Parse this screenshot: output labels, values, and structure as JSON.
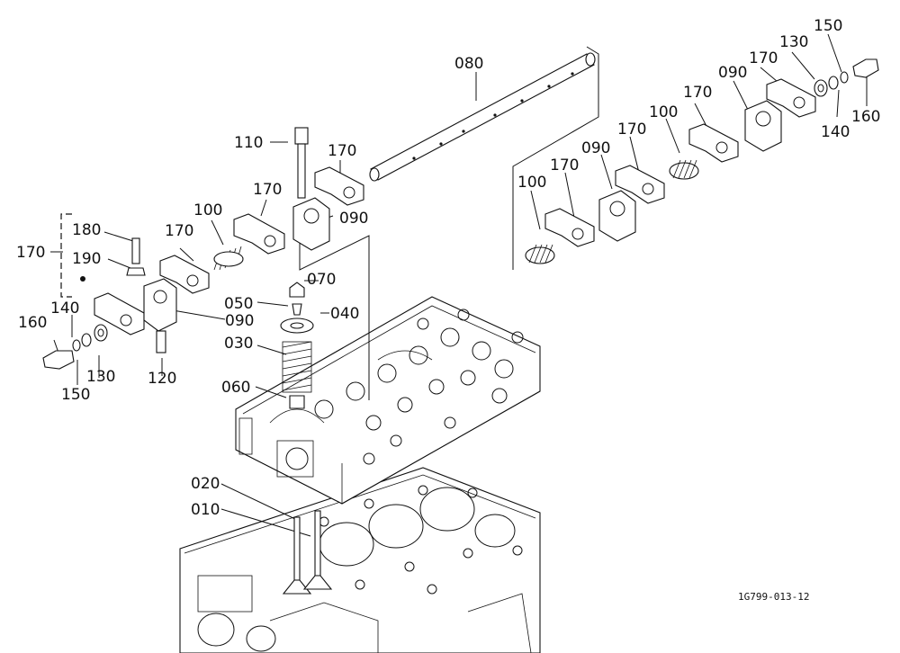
{
  "labels": {
    "p080": "080",
    "p110": "110",
    "p170_a": "170",
    "p170_b": "170",
    "p090_a": "090",
    "p100_a": "100",
    "p170_c": "170",
    "p180": "180",
    "p170_group": "170",
    "p190": "190",
    "p070": "070",
    "p050": "050",
    "p040": "040",
    "p030": "030",
    "p090_b": "090",
    "p140_a": "140",
    "p160_a": "160",
    "p150_a": "150",
    "p130_a": "130",
    "p120": "120",
    "p060": "060",
    "p020": "020",
    "p010": "010",
    "p150_b": "150",
    "p130_b": "130",
    "p170_d": "170",
    "p090_c": "090",
    "p170_e": "170",
    "p160_b": "160",
    "p140_b": "140",
    "p100_b": "100",
    "p170_f": "170",
    "p090_d": "090",
    "p100_c": "100",
    "p170_g": "170"
  },
  "drawing_code": "1G799-013-12"
}
